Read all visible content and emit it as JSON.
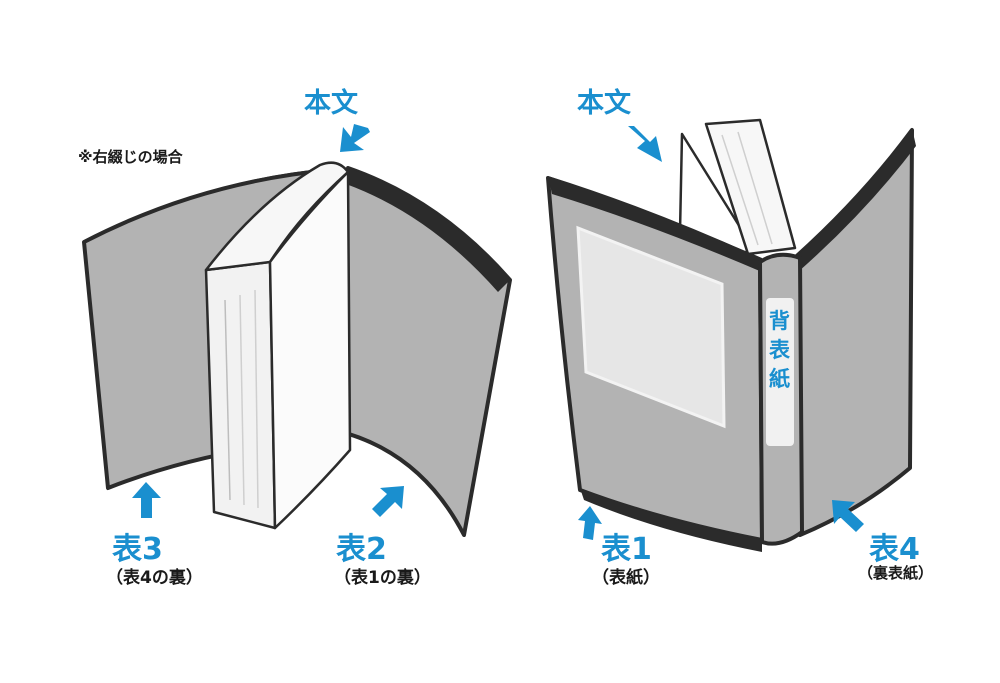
{
  "note": "※右綴じの場合",
  "left_book": {
    "honbun": "本文",
    "hyo3": "表3",
    "hyo3_sub": "（表4の裏）",
    "hyo2": "表2",
    "hyo2_sub": "（表1の裏）"
  },
  "right_book": {
    "honbun": "本文",
    "hyo1": "表1",
    "hyo1_sub": "（表紙）",
    "hyo4": "表4",
    "hyo4_sub": "（裏表紙）",
    "spine_label": [
      "背",
      "表",
      "紙"
    ]
  },
  "colors": {
    "accent": "#1a8fcf",
    "cover_gray": "#b3b3b3",
    "cover_edge": "#2b2b2b",
    "page_white": "#f7f7f7",
    "label_panel": "#e6e6e6"
  }
}
